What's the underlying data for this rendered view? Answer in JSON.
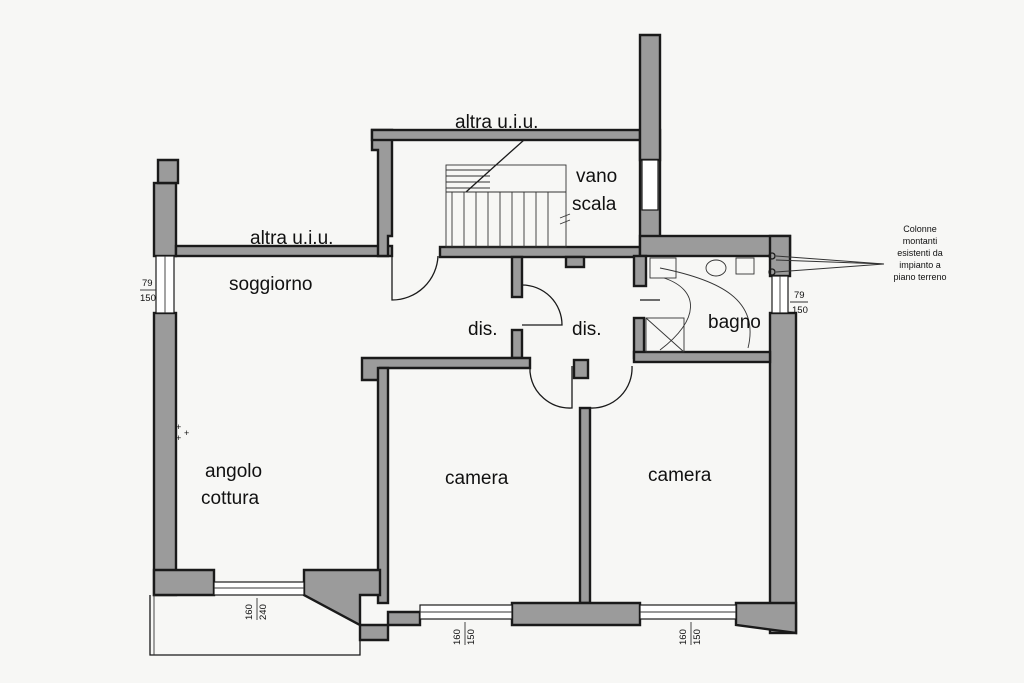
{
  "rooms": {
    "other_unit_top": "altra u.i.u.",
    "other_unit_left": "altra u.i.u.",
    "stair_line1": "vano",
    "stair_line2": "scala",
    "living": "soggiorno",
    "hall_left": "dis.",
    "hall_right": "dis.",
    "bath": "bagno",
    "kitchen_line1": "angolo",
    "kitchen_line2": "cottura",
    "bedroom_center": "camera",
    "bedroom_right": "camera"
  },
  "note": {
    "line1": "Colonne",
    "line2": "montanti",
    "line3": "esistenti da",
    "line4": "impianto a",
    "line5": "piano terreno"
  },
  "windows": {
    "living_left": {
      "width": "79",
      "height": "150"
    },
    "bath_right": {
      "width": "79",
      "height": "150"
    },
    "kitchen_bottom": {
      "width": "160",
      "height": "240"
    },
    "bedroom_center_bottom": {
      "width": "160",
      "height": "150"
    },
    "bedroom_right_bottom": {
      "width": "160",
      "height": "150"
    }
  }
}
